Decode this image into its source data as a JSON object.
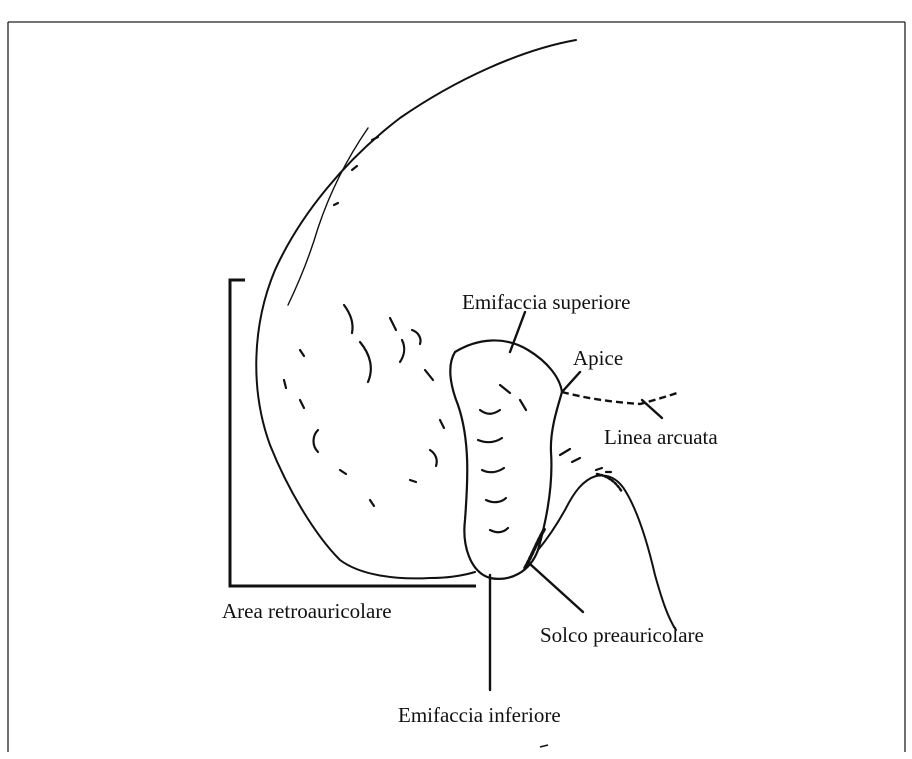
{
  "labels": {
    "emifaccia_superiore": "Emifaccia superiore",
    "apice": "Apice",
    "linea_arcuata": "Linea arcuata",
    "area_retroauricolare": "Area retroauricolare",
    "solco_preauricolare": "Solco preauricolare",
    "emifaccia_inferiore": "Emifaccia inferiore"
  },
  "colors": {
    "ink": "#111111",
    "background": "#ffffff"
  }
}
